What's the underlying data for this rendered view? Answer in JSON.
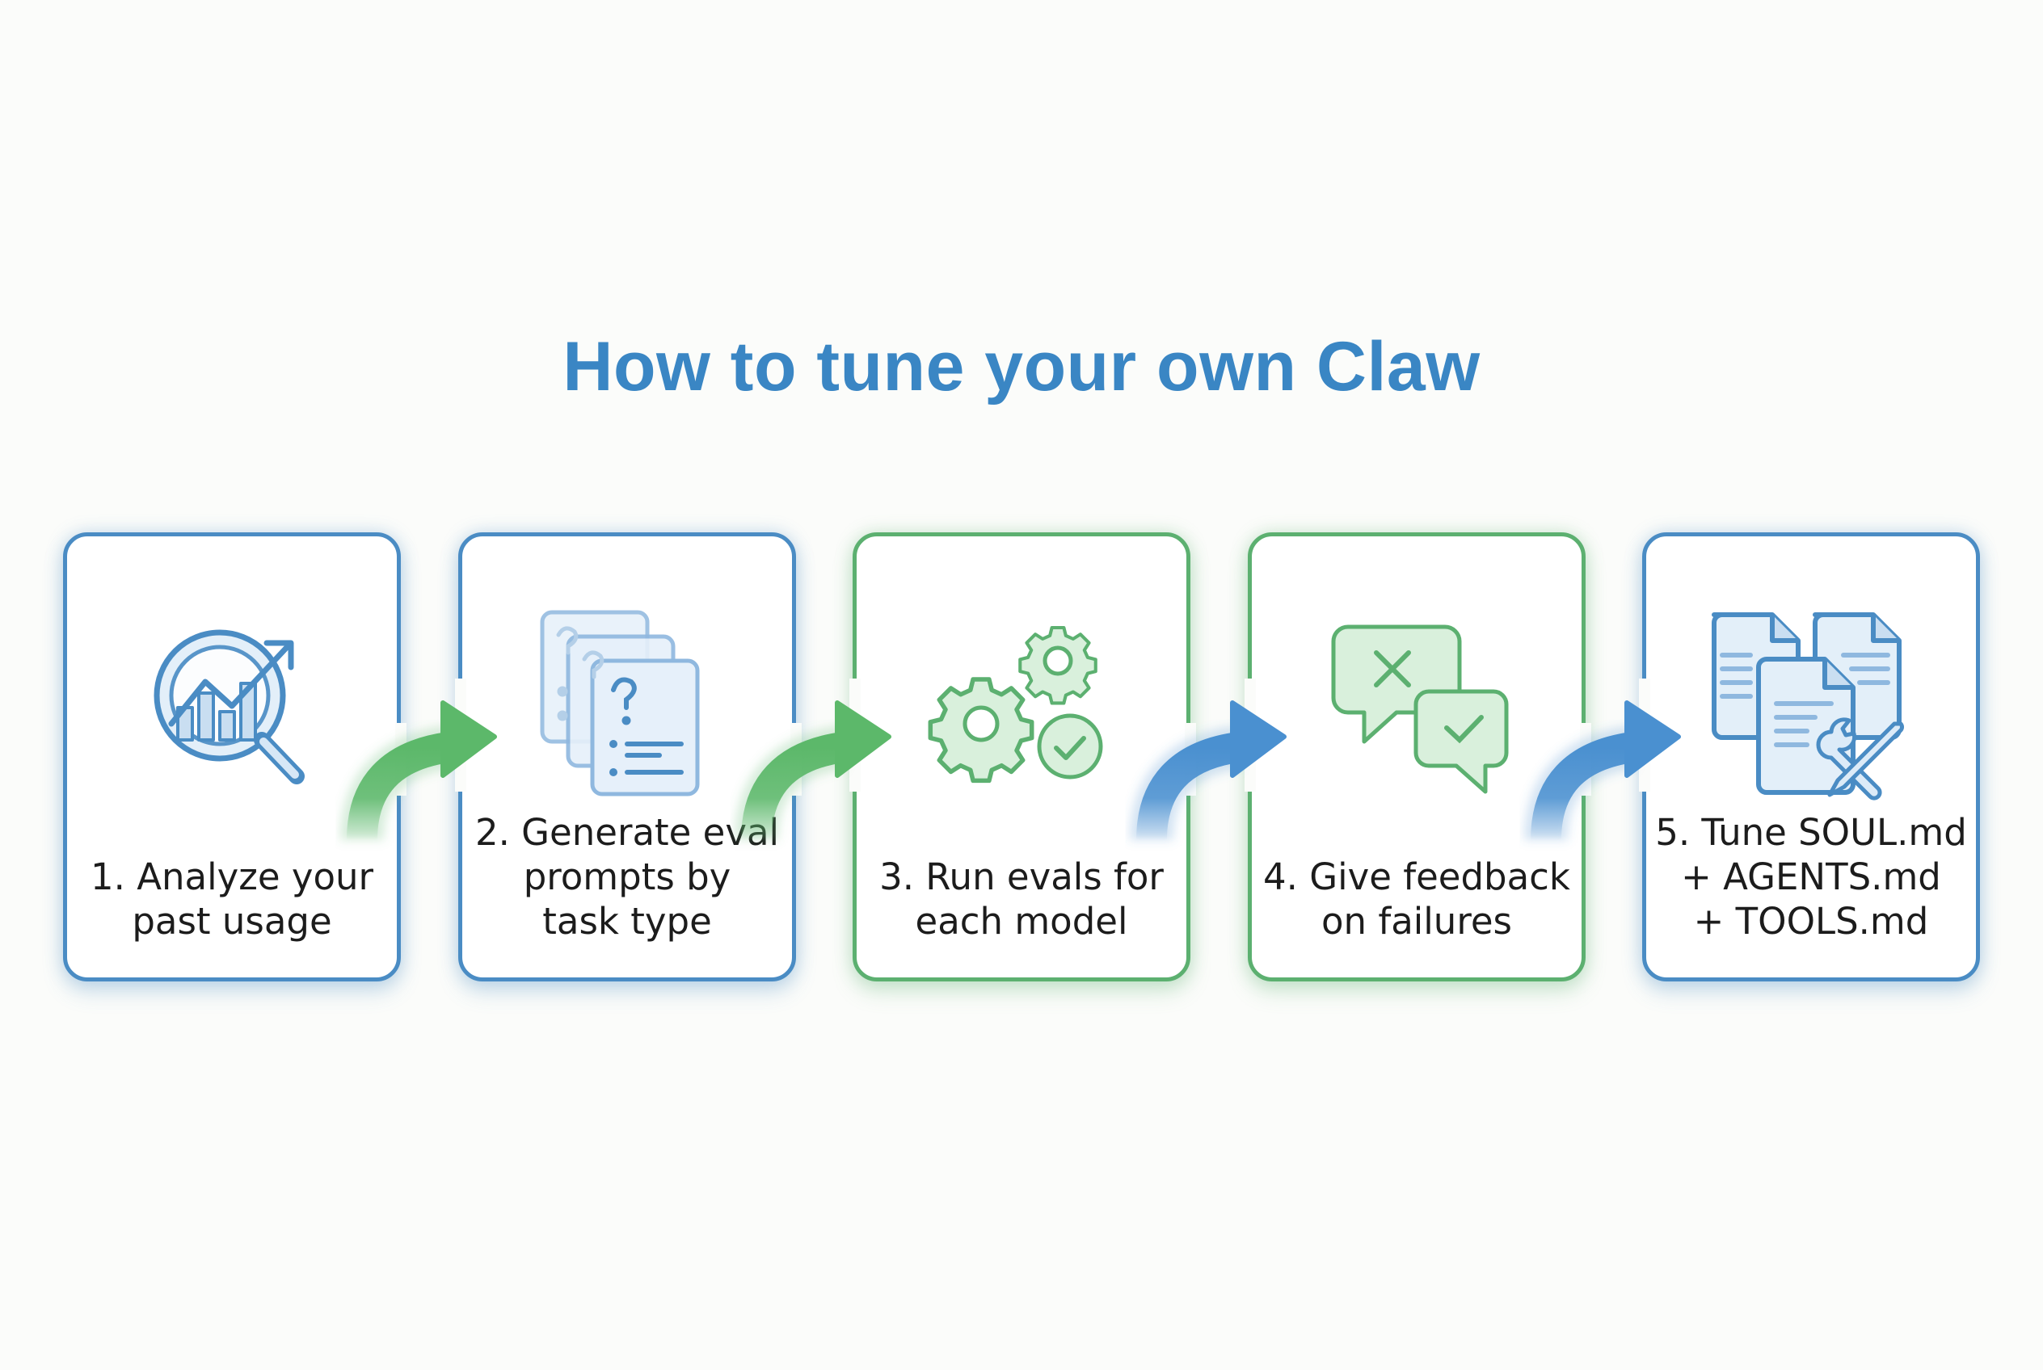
{
  "title": "How to tune your own Claw",
  "colors": {
    "title": "#3a86c4",
    "blue": "#4a8cc4",
    "green": "#5cb070",
    "blue_arrow": "#4a90d0",
    "green_arrow": "#5cb86a",
    "text": "#1c1c1c",
    "background": "#fbfcfa"
  },
  "steps": [
    {
      "number": 1,
      "label": "1. Analyze your\npast usage",
      "icon": "magnifier-chart-icon",
      "theme": "blue"
    },
    {
      "number": 2,
      "label": "2. Generate eval\nprompts by\ntask type",
      "icon": "question-documents-icon",
      "theme": "blue"
    },
    {
      "number": 3,
      "label": "3. Run evals for\neach model",
      "icon": "gears-check-icon",
      "theme": "green"
    },
    {
      "number": 4,
      "label": "4. Give feedback\non failures",
      "icon": "chat-feedback-icon",
      "theme": "green"
    },
    {
      "number": 5,
      "label": "5. Tune SOUL.md\n+ AGENTS.md\n+ TOOLS.md",
      "icon": "documents-tools-icon",
      "theme": "blue"
    }
  ],
  "arrows": [
    {
      "from": 1,
      "to": 2,
      "theme": "green",
      "icon": "curved-arrow-icon"
    },
    {
      "from": 2,
      "to": 3,
      "theme": "green",
      "icon": "curved-arrow-icon"
    },
    {
      "from": 3,
      "to": 4,
      "theme": "blue",
      "icon": "curved-arrow-icon"
    },
    {
      "from": 4,
      "to": 5,
      "theme": "blue",
      "icon": "curved-arrow-icon"
    }
  ]
}
